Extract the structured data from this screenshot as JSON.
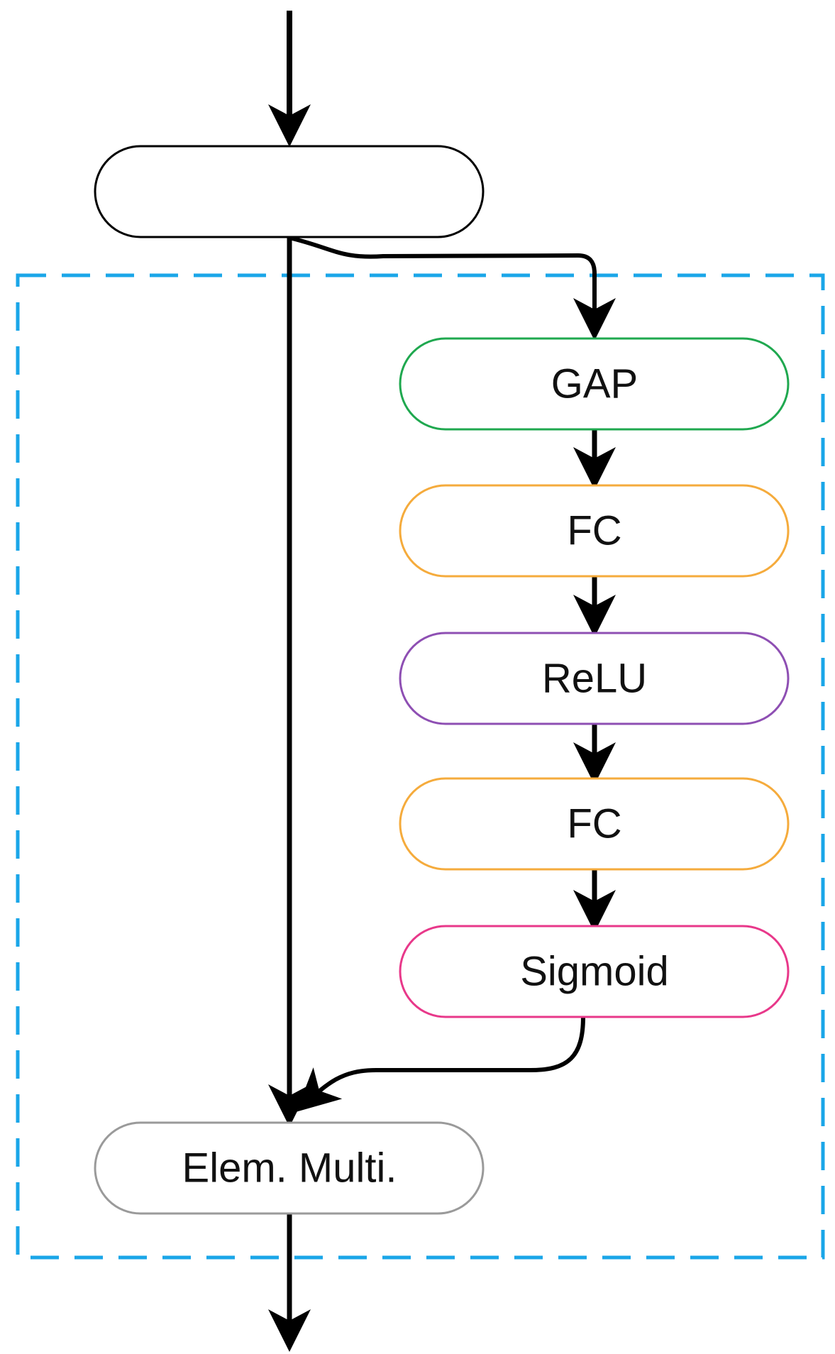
{
  "diagram": {
    "input_block": {
      "label": "",
      "border_color": "#000000"
    },
    "se_module": {
      "border_color": "#1aa6e8"
    },
    "nodes": {
      "gap": {
        "label": "GAP",
        "border_color": "#1fa84f"
      },
      "fc1": {
        "label": "FC",
        "border_color": "#f5ab3c"
      },
      "relu": {
        "label": "ReLU",
        "border_color": "#8e4fb3"
      },
      "fc2": {
        "label": "FC",
        "border_color": "#f5ab3c"
      },
      "sigmoid": {
        "label": "Sigmoid",
        "border_color": "#e8388a"
      },
      "multiply": {
        "label": "Elem. Multi.",
        "border_color": "#9a9a9a"
      }
    },
    "edges": [
      {
        "from": "input",
        "to": "input_block"
      },
      {
        "from": "input_block",
        "to": "gap"
      },
      {
        "from": "gap",
        "to": "fc1"
      },
      {
        "from": "fc1",
        "to": "relu"
      },
      {
        "from": "relu",
        "to": "fc2"
      },
      {
        "from": "fc2",
        "to": "sigmoid"
      },
      {
        "from": "sigmoid",
        "to": "multiply"
      },
      {
        "from": "input_block",
        "to": "multiply"
      },
      {
        "from": "multiply",
        "to": "output"
      }
    ]
  }
}
